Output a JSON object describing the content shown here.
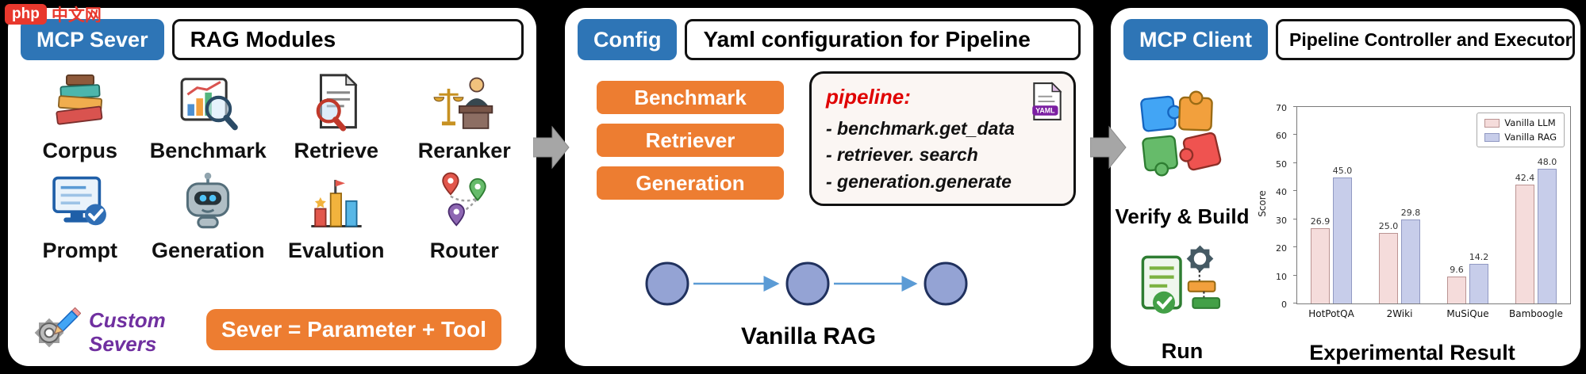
{
  "watermark": {
    "logo": "php",
    "site": "中文网"
  },
  "server_panel": {
    "badge": "MCP Sever",
    "title": "RAG Modules",
    "modules": [
      {
        "label": "Corpus",
        "icon": "books-icon"
      },
      {
        "label": "Benchmark",
        "icon": "chart-magnifier-icon"
      },
      {
        "label": "Retrieve",
        "icon": "document-magnifier-icon"
      },
      {
        "label": "Reranker",
        "icon": "judge-scales-icon"
      },
      {
        "label": "Prompt",
        "icon": "monitor-check-icon"
      },
      {
        "label": "Generation",
        "icon": "robot-icon"
      },
      {
        "label": "Evalution",
        "icon": "ranking-bars-icon"
      },
      {
        "label": "Router",
        "icon": "map-pins-icon"
      }
    ],
    "custom_label": "Custom Severs",
    "custom_icon": "pencil-gear-icon",
    "formula": "Sever = Parameter + Tool"
  },
  "config_panel": {
    "badge": "Config",
    "title": "Yaml configuration for Pipeline",
    "module_buttons": [
      "Benchmark",
      "Retriever",
      "Generation"
    ],
    "yaml_box": {
      "header": "pipeline:",
      "lines": [
        "- benchmark.get_data",
        "- retriever. search",
        "- generation.generate"
      ],
      "file_icon": "yaml-file-icon",
      "file_label": "YAML"
    },
    "pipeline_caption": "Vanilla RAG"
  },
  "client_panel": {
    "badge": "MCP Client",
    "title": "Pipeline Controller and Executor",
    "steps": [
      {
        "label": "Verify & Build",
        "icon": "puzzle-pieces-icon"
      },
      {
        "label": "Run",
        "icon": "gears-checklist-icon"
      }
    ],
    "chart_caption": "Experimental Result"
  },
  "chart_data": {
    "type": "bar",
    "title": "Experimental Result",
    "categories": [
      "HotPotQA",
      "2Wiki",
      "MuSiQue",
      "Bamboogle"
    ],
    "series": [
      {
        "name": "Vanilla LLM",
        "color": "#f5dcdb",
        "edge": "#bb9493",
        "values": [
          26.9,
          25.0,
          9.6,
          42.4
        ]
      },
      {
        "name": "Vanilla RAG",
        "color": "#c7cdea",
        "edge": "#9199c2",
        "values": [
          45.0,
          29.8,
          14.2,
          48.0
        ]
      }
    ],
    "xlabel": "",
    "ylabel": "Score",
    "ylim": [
      0,
      70
    ],
    "yticks": [
      0,
      10,
      20,
      30,
      40,
      50,
      60,
      70
    ],
    "legend_position": "top-right",
    "grid": false
  },
  "colors": {
    "accent_blue": "#2e75b6",
    "accent_orange": "#ed7d31",
    "custom_purple": "#7030a0",
    "code_red": "#e00000",
    "node_fill": "#94a3d4",
    "node_border": "#20315e",
    "flow_arrow_gray": "#a6a6a6",
    "panel_bg": "#ffffff",
    "page_bg": "#000000"
  }
}
